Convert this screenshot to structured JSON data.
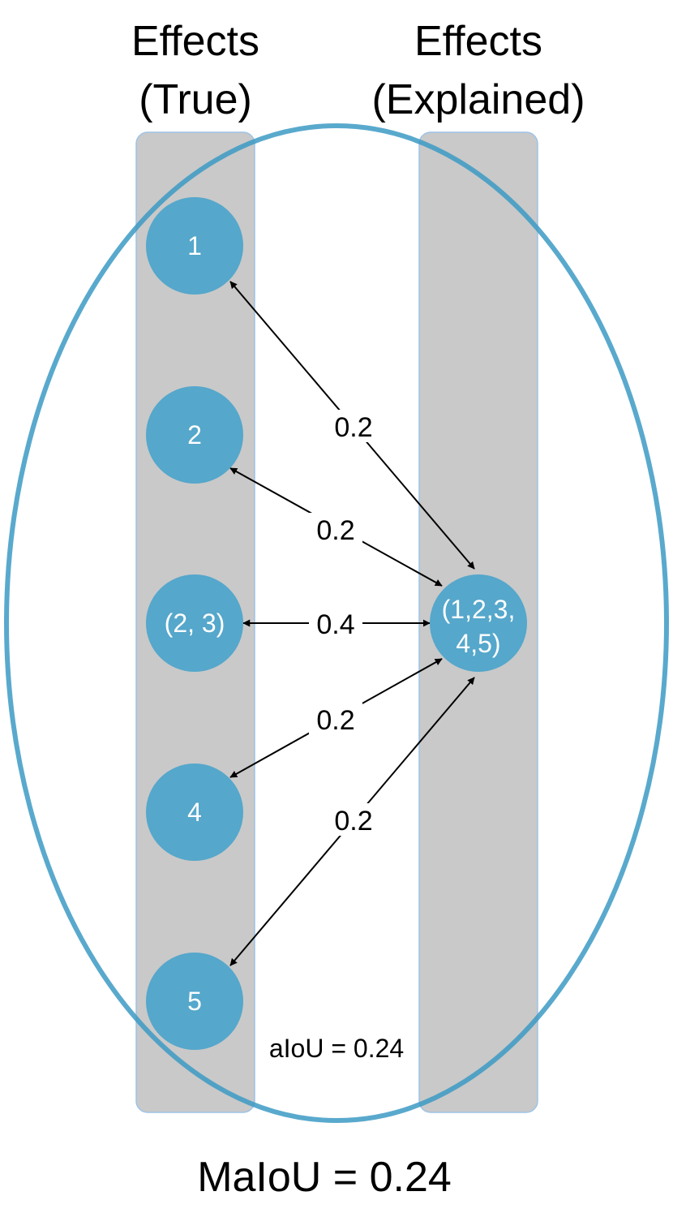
{
  "colors": {
    "column": "#c9c9c9",
    "column_border": "#9dc3e6",
    "node": "#55a7cb",
    "ellipse": "#4da3c7",
    "arrow": "#000000"
  },
  "columns": {
    "true_title": [
      "Effects",
      "(True)"
    ],
    "explained_title": [
      "Effects",
      "(Explained)"
    ]
  },
  "nodes_true": [
    {
      "label": "1"
    },
    {
      "label": "2"
    },
    {
      "label": "(2, 3)"
    },
    {
      "label": "4"
    },
    {
      "label": "5"
    }
  ],
  "node_explained": {
    "label_lines": [
      "(1,2,3,",
      "4,5)"
    ]
  },
  "edges": [
    {
      "from": "1",
      "label": "0.2"
    },
    {
      "from": "2",
      "label": "0.2"
    },
    {
      "from": "(2, 3)",
      "label": "0.4"
    },
    {
      "from": "4",
      "label": "0.2"
    },
    {
      "from": "5",
      "label": "0.2"
    }
  ],
  "aiou": "aIoU = 0.24",
  "maiou": "MaIoU = 0.24"
}
